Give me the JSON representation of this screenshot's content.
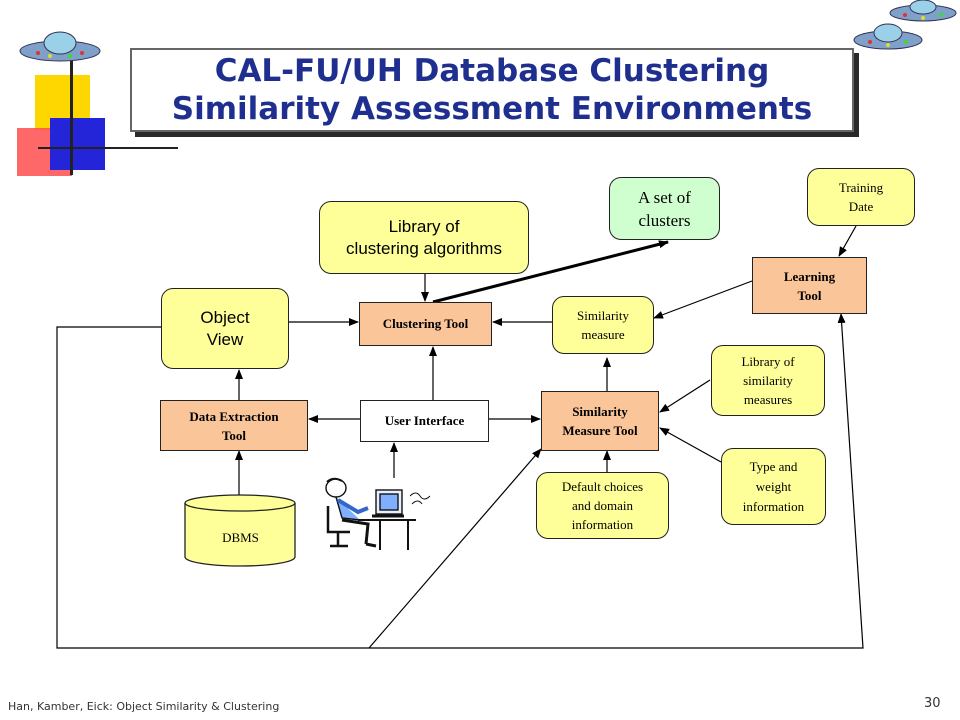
{
  "title": {
    "line1": "CAL-FU/UH Database Clustering",
    "line2": "Similarity Assessment Environments"
  },
  "nodes": {
    "library_algorithms": "Library of\nclustering algorithms",
    "set_of_clusters": "A set of\nclusters",
    "training_date": "Training\nDate",
    "learning_tool": "Learning\nTool",
    "object_view": "Object\nView",
    "clustering_tool": "Clustering Tool",
    "similarity_measure": "Similarity\nmeasure",
    "library_similarity": "Library of\nsimilarity\nmeasures",
    "data_extraction": "Data Extraction\nTool",
    "user_interface": "User Interface",
    "similarity_measure_tool": "Similarity\nMeasure Tool",
    "type_weight": "Type and\nweight\ninformation",
    "default_choices": "Default choices\nand domain\ninformation",
    "dbms": "DBMS"
  },
  "footer": {
    "credit": "Han, Kamber, Eick: Object Similarity & Clustering",
    "page": "30"
  },
  "icons": [
    "ufo-icon",
    "ufo-icon",
    "ufo-icon",
    "computer-user-icon"
  ]
}
